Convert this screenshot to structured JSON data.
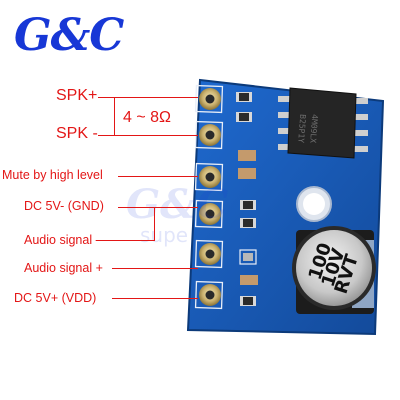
{
  "brand": "G&C",
  "impedance": "4 ~ 8Ω",
  "pins": [
    {
      "label": "SPK+"
    },
    {
      "label": "SPK -"
    },
    {
      "label": "Mute by high level"
    },
    {
      "label": "DC 5V-  (GND)"
    },
    {
      "label": "Audio signal –"
    },
    {
      "label": "Audio signal +"
    },
    {
      "label": "DC 5V+ (VDD)"
    }
  ],
  "chip": {
    "line1": "4M09LX",
    "line2": "B25P1Y"
  },
  "capacitor": {
    "line1": "100",
    "line2": "10V",
    "line3": "RVT"
  },
  "watermark": {
    "logo": "G&C",
    "text": "supe"
  },
  "colors": {
    "pcb": "#1d60b5",
    "label": "#e31616",
    "brand": "#1737d6"
  }
}
